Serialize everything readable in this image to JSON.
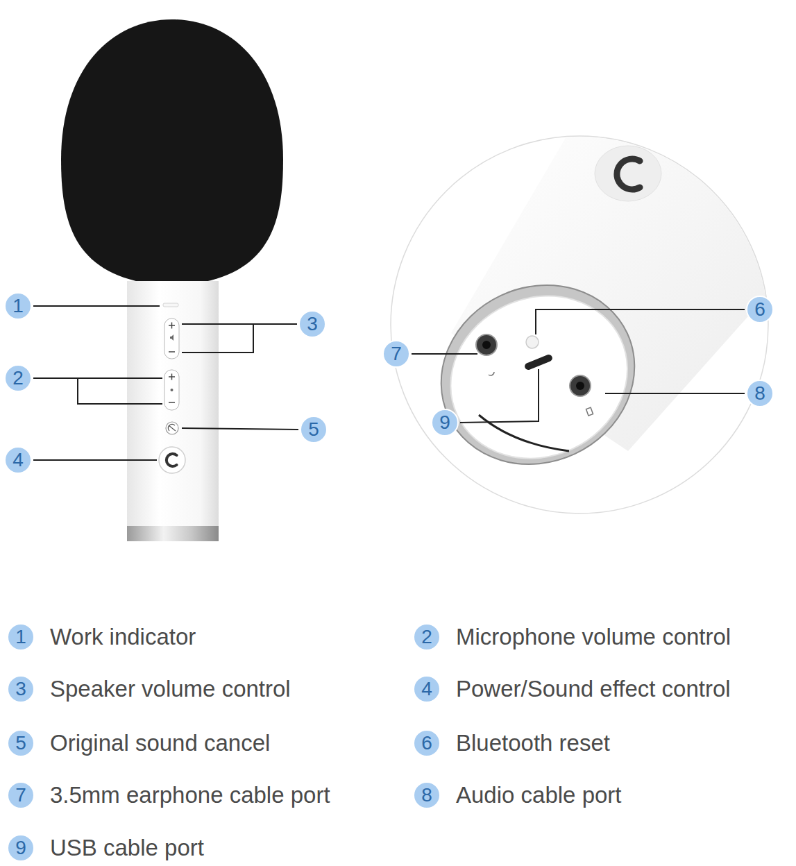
{
  "diagram": {
    "nodes": [
      {
        "text": [
          "1"
        ]
      },
      {
        "text": [
          "6"
        ]
      },
      {
        "text": [
          "3"
        ]
      },
      {
        "text": [
          "7"
        ]
      },
      {
        "text": [
          "2"
        ]
      },
      {
        "text": [
          "8"
        ]
      },
      {
        "text": [
          "9"
        ]
      },
      {
        "text": [
          "5"
        ]
      },
      {
        "text": [
          "4"
        ]
      },
      {
        "text": [
          "1",
          "Work indicator"
        ]
      },
      {
        "text": [
          "2",
          "Microphone volume control"
        ]
      },
      {
        "text": [
          "3",
          "Speaker volume control"
        ]
      },
      {
        "text": [
          "4",
          "Power/Sound effect control"
        ]
      },
      {
        "text": [
          "5",
          "Original sound cancel"
        ]
      },
      {
        "text": [
          "6",
          "Bluetooth reset"
        ]
      },
      {
        "text": [
          "7",
          "3.5mm earphone cable port"
        ]
      },
      {
        "text": [
          "8",
          "Audio cable port"
        ]
      },
      {
        "text": [
          "9",
          "USB cable port"
        ]
      }
    ]
  }
}
